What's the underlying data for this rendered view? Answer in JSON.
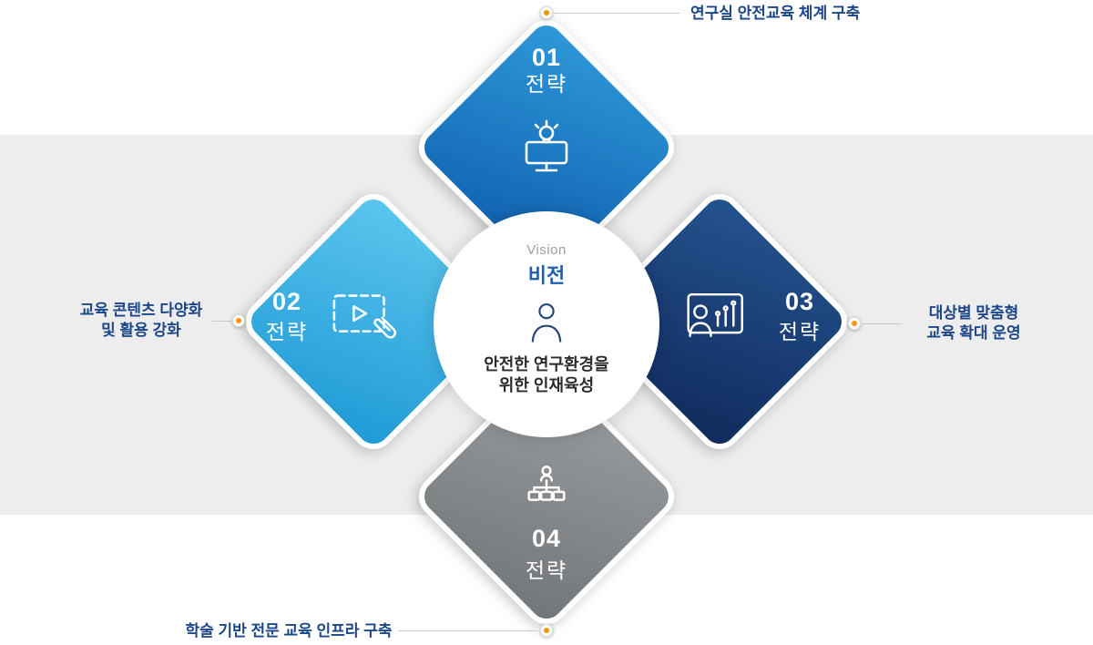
{
  "vision": {
    "label_en": "Vision",
    "label_ko": "비전",
    "description_line1": "안전한 연구환경을",
    "description_line2": "위한 인재육성"
  },
  "strategies": [
    {
      "number": "01",
      "label": "전략",
      "callout": "연구실 안전교육 체계 구축",
      "icon": "monitor-idea-icon",
      "color_from": "#2f99d9",
      "color_to": "#0d5dad"
    },
    {
      "number": "02",
      "label": "전략",
      "callout_lines": [
        "교육 콘텐츠 다양화",
        "및 활용 강화"
      ],
      "icon": "video-clip-icon",
      "color_from": "#5cc6ee",
      "color_to": "#1f9ad6"
    },
    {
      "number": "03",
      "label": "전략",
      "callout_lines": [
        "대상별 맞춤형",
        "교육 확대 운영"
      ],
      "icon": "person-chart-icon",
      "color_from": "#24538f",
      "color_to": "#102a5c"
    },
    {
      "number": "04",
      "label": "전략",
      "callout": "학술 기반 전문 교육 인프라 구축",
      "icon": "org-chart-icon",
      "color_from": "#9b9ea1",
      "color_to": "#737679"
    }
  ],
  "colors": {
    "band": "#ededed",
    "dot_center": "#f39800",
    "connector_line": "#c9c9c9",
    "callout_text": "#1b4689",
    "vision_ko": "#1a5fb0"
  }
}
